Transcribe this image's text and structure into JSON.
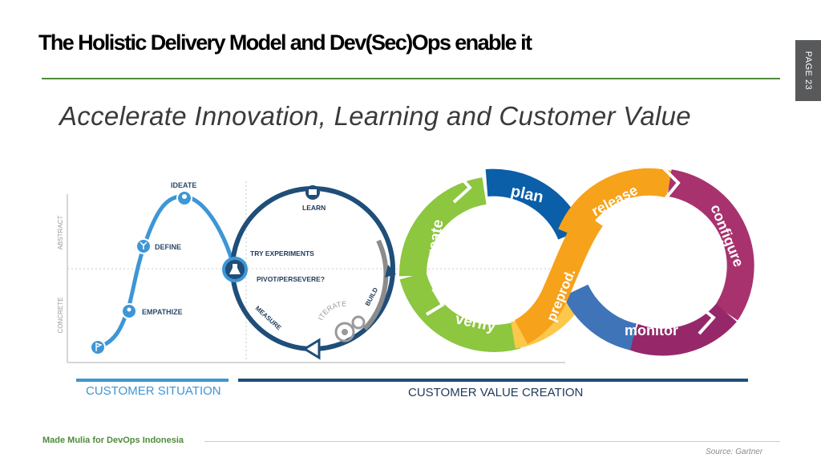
{
  "title": "The Holistic Delivery Model and Dev(Sec)Ops enable it",
  "page_label": "PAGE 23",
  "subtitle": "Accelerate Innovation, Learning and Customer Value",
  "design_thinking": {
    "y_axis_top": "ABSTRACT",
    "y_axis_bottom": "CONCRETE",
    "stages": {
      "ideate": "IDEATE",
      "define": "DEFINE",
      "empathize": "EMPATHIZE"
    }
  },
  "lean_loop": {
    "learn": "LEARN",
    "try_experiments": "TRY EXPERIMENTS",
    "pivot": "PIVOT/PERSEVERE?",
    "measure": "MEASURE",
    "iterate": "ITERATE",
    "build": "BUILD"
  },
  "devops_loop": {
    "plan": "plan",
    "create": "create",
    "verify": "verify",
    "preprod": "preprod.",
    "release": "release",
    "configure": "configure",
    "monitor": "monitor"
  },
  "bottom": {
    "customer_situation": "CUSTOMER SITUATION",
    "customer_value_creation": "CUSTOMER VALUE CREATION"
  },
  "footer": {
    "credit": "Made Mulia for DevOps Indonesia",
    "source": "Source: Gartner"
  },
  "colors": {
    "accent_green": "#4f8a3c",
    "design_blue": "#3d96d6",
    "lean_navy": "#1f4e79",
    "devops_green": "#8dc63f",
    "devops_blue": "#0b5ea8",
    "devops_orange": "#f7a21b",
    "devops_magenta": "#a8326e",
    "devops_steel": "#3f74b8"
  }
}
